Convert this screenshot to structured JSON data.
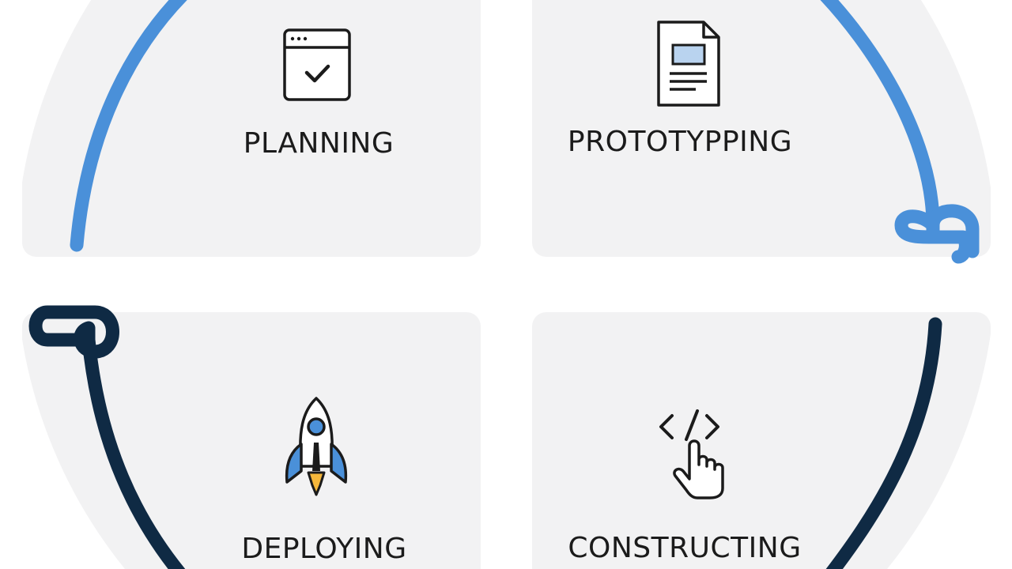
{
  "diagram": {
    "colors": {
      "panel": "#f2f2f3",
      "accent_light": "#4a90d9",
      "accent_dark": "#0f2a44",
      "text": "#1b1b1b",
      "flame": "#f5b73b"
    },
    "stages": [
      {
        "label": "PLANNING",
        "icon": "browser-check-icon"
      },
      {
        "label": "PROTOTYPPING",
        "icon": "document-icon"
      },
      {
        "label": "DEPLOYING",
        "icon": "rocket-icon"
      },
      {
        "label": "CONSTRUCTING",
        "icon": "code-pointer-icon"
      }
    ]
  }
}
